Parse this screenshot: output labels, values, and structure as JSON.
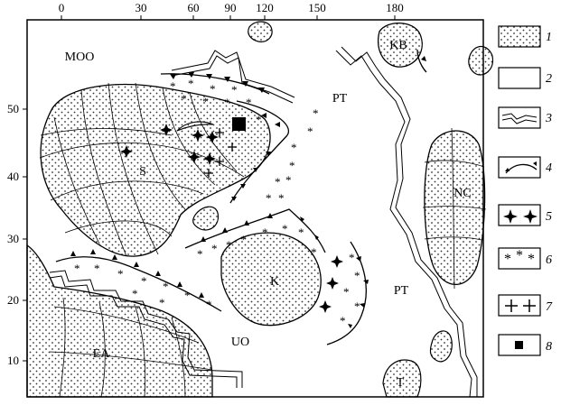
{
  "map": {
    "top_axis_ticks": [
      "0",
      "30",
      "60",
      "90",
      "120",
      "150",
      "180"
    ],
    "left_axis_ticks": [
      "50",
      "40",
      "30",
      "20",
      "10"
    ],
    "region_labels": {
      "moo": "MOO",
      "kb": "KB",
      "pt_north": "PT",
      "s": "S",
      "nc": "NC",
      "k": "K",
      "pt_south": "PT",
      "ea": "EA",
      "uo": "UO",
      "t": "T"
    }
  },
  "legend": {
    "items": [
      {
        "number": "1",
        "symbol": "dotted-fill"
      },
      {
        "number": "2",
        "symbol": "blank-fill"
      },
      {
        "number": "3",
        "symbol": "suture-double-line"
      },
      {
        "number": "4",
        "symbol": "thrust-barbed-line"
      },
      {
        "number": "5",
        "symbol": "four-point-star"
      },
      {
        "number": "6",
        "symbol": "asterisk"
      },
      {
        "number": "7",
        "symbol": "plus-cross"
      },
      {
        "number": "8",
        "symbol": "black-square"
      }
    ]
  },
  "colors": {
    "ink": "#000000",
    "paper": "#ffffff",
    "dot": "#333333"
  }
}
